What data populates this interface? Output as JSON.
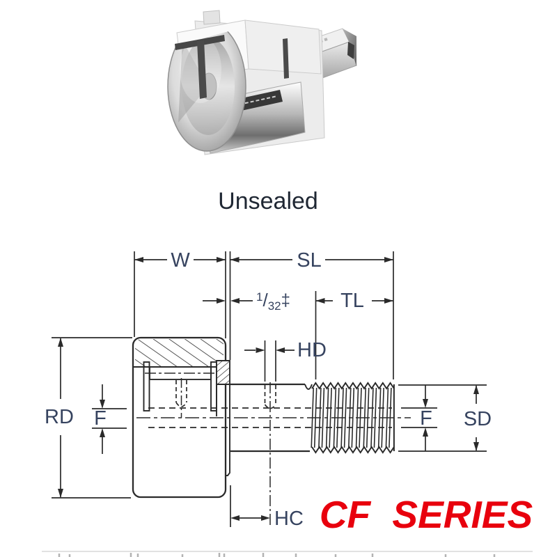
{
  "title_label": "Unsealed",
  "series_label": "CF SERIES",
  "dimension_labels": {
    "w": "W",
    "sl": "SL",
    "tl": "TL",
    "hd": "HD",
    "rd": "RD",
    "f_left": "F",
    "f_right": "F",
    "sd": "SD",
    "hc": "HC",
    "fraction": {
      "numerator": "1",
      "slash": "/",
      "denominator": "32",
      "tolerance": "‡"
    }
  },
  "colors": {
    "drawing_line": "#2a2a2a",
    "dimension_label": "#36435f",
    "series_red": "#e8000d",
    "background": "#ffffff",
    "photo_metal_light": "#f2f2f2",
    "photo_metal_dark": "#6e6e6e"
  }
}
